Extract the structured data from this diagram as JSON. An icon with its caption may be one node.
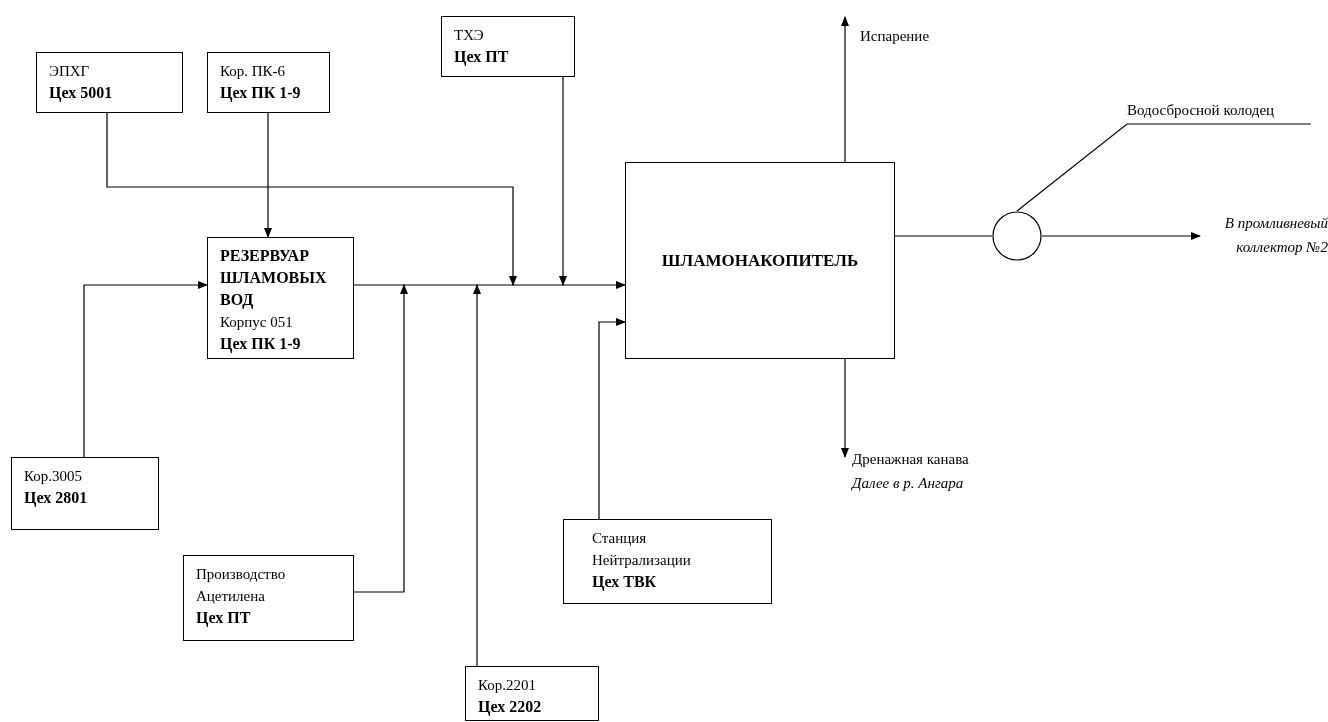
{
  "diagram": {
    "nodes": [
      {
        "text": [
          "ЭПХГ",
          "Цех 5001"
        ]
      },
      {
        "text": [
          "Кор. ПК-6",
          "Цех ПК 1-9"
        ]
      },
      {
        "text": [
          "ТХЭ",
          "Цех ПТ"
        ]
      },
      {
        "text": [
          "РЕЗЕРВУАР ШЛАМОВЫХ ВОД",
          "Корпус 051",
          "Цех ПК 1-9"
        ]
      },
      {
        "text": [
          "ШЛАМОНАКОПИТЕЛЬ"
        ]
      },
      {
        "text": [
          "Кор.3005",
          "Цех 2801"
        ]
      },
      {
        "text": [
          "Производство Ацетилена",
          "Цех ПТ"
        ]
      },
      {
        "text": [
          "Кор.2201",
          "Цех 2202"
        ]
      },
      {
        "text": [
          "Станция Нейтрализации",
          "Цех ТВК"
        ]
      },
      {
        "text": [
          "Испарение"
        ]
      },
      {
        "text": [
          "Дренажная канава",
          "Далее в р. Ангара"
        ]
      },
      {
        "text": [],
        "shape": "circle"
      },
      {
        "text": [
          "Водосбросной колодец"
        ]
      },
      {
        "text": [
          "В промливневый коллектор №2"
        ]
      }
    ],
    "edges": [
      {
        "from": 0,
        "to": 4,
        "arrow": "to"
      },
      {
        "from": 1,
        "to": 3,
        "arrow": "to"
      },
      {
        "from": 2,
        "to": 4,
        "arrow": "to"
      },
      {
        "from": 3,
        "to": 4,
        "arrow": "to"
      },
      {
        "from": 5,
        "to": 3,
        "arrow": "to"
      },
      {
        "from": 6,
        "to": 4,
        "arrow": "to"
      },
      {
        "from": 7,
        "to": 4,
        "arrow": "to"
      },
      {
        "from": 8,
        "to": 4,
        "arrow": "to"
      },
      {
        "from": 4,
        "to": 9,
        "arrow": "to"
      },
      {
        "from": 4,
        "to": 10,
        "arrow": "to"
      },
      {
        "from": 4,
        "to": 11,
        "arrow": "none"
      },
      {
        "from": 11,
        "to": 13,
        "arrow": "to"
      },
      {
        "from": 12,
        "to": 11,
        "arrow": "none"
      }
    ]
  }
}
